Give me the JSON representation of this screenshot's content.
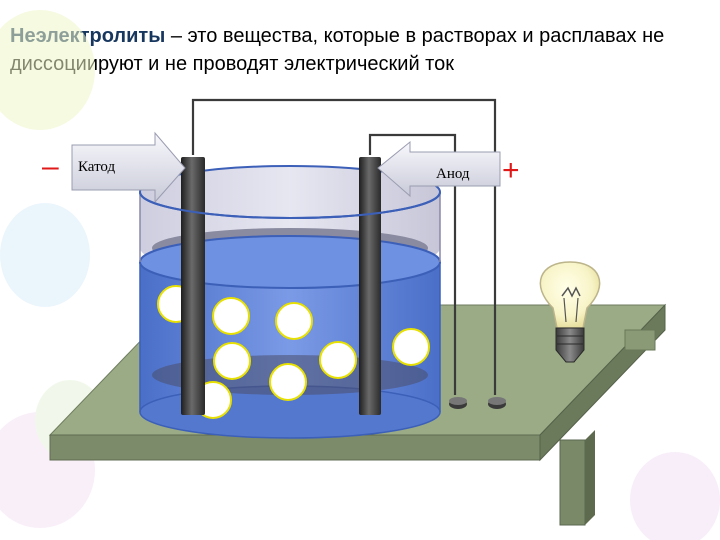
{
  "heading": {
    "term": "Неэлектролиты",
    "rest": " – это вещества, которые в растворах и расплавах не диссоциируют и не проводят электрический ток"
  },
  "labels": {
    "cathode": "Катод",
    "anode": "Анод",
    "minus": "–",
    "plus": "+"
  },
  "colors": {
    "table_top": "#9aab86",
    "solution": "#5f82d6",
    "electrode": "#3f3f3f",
    "molecule": "#ffffff",
    "molecule_stroke": "#e8e000",
    "sign_red": "#e01818",
    "heading_term": "#17375e"
  },
  "molecules_count": 8
}
